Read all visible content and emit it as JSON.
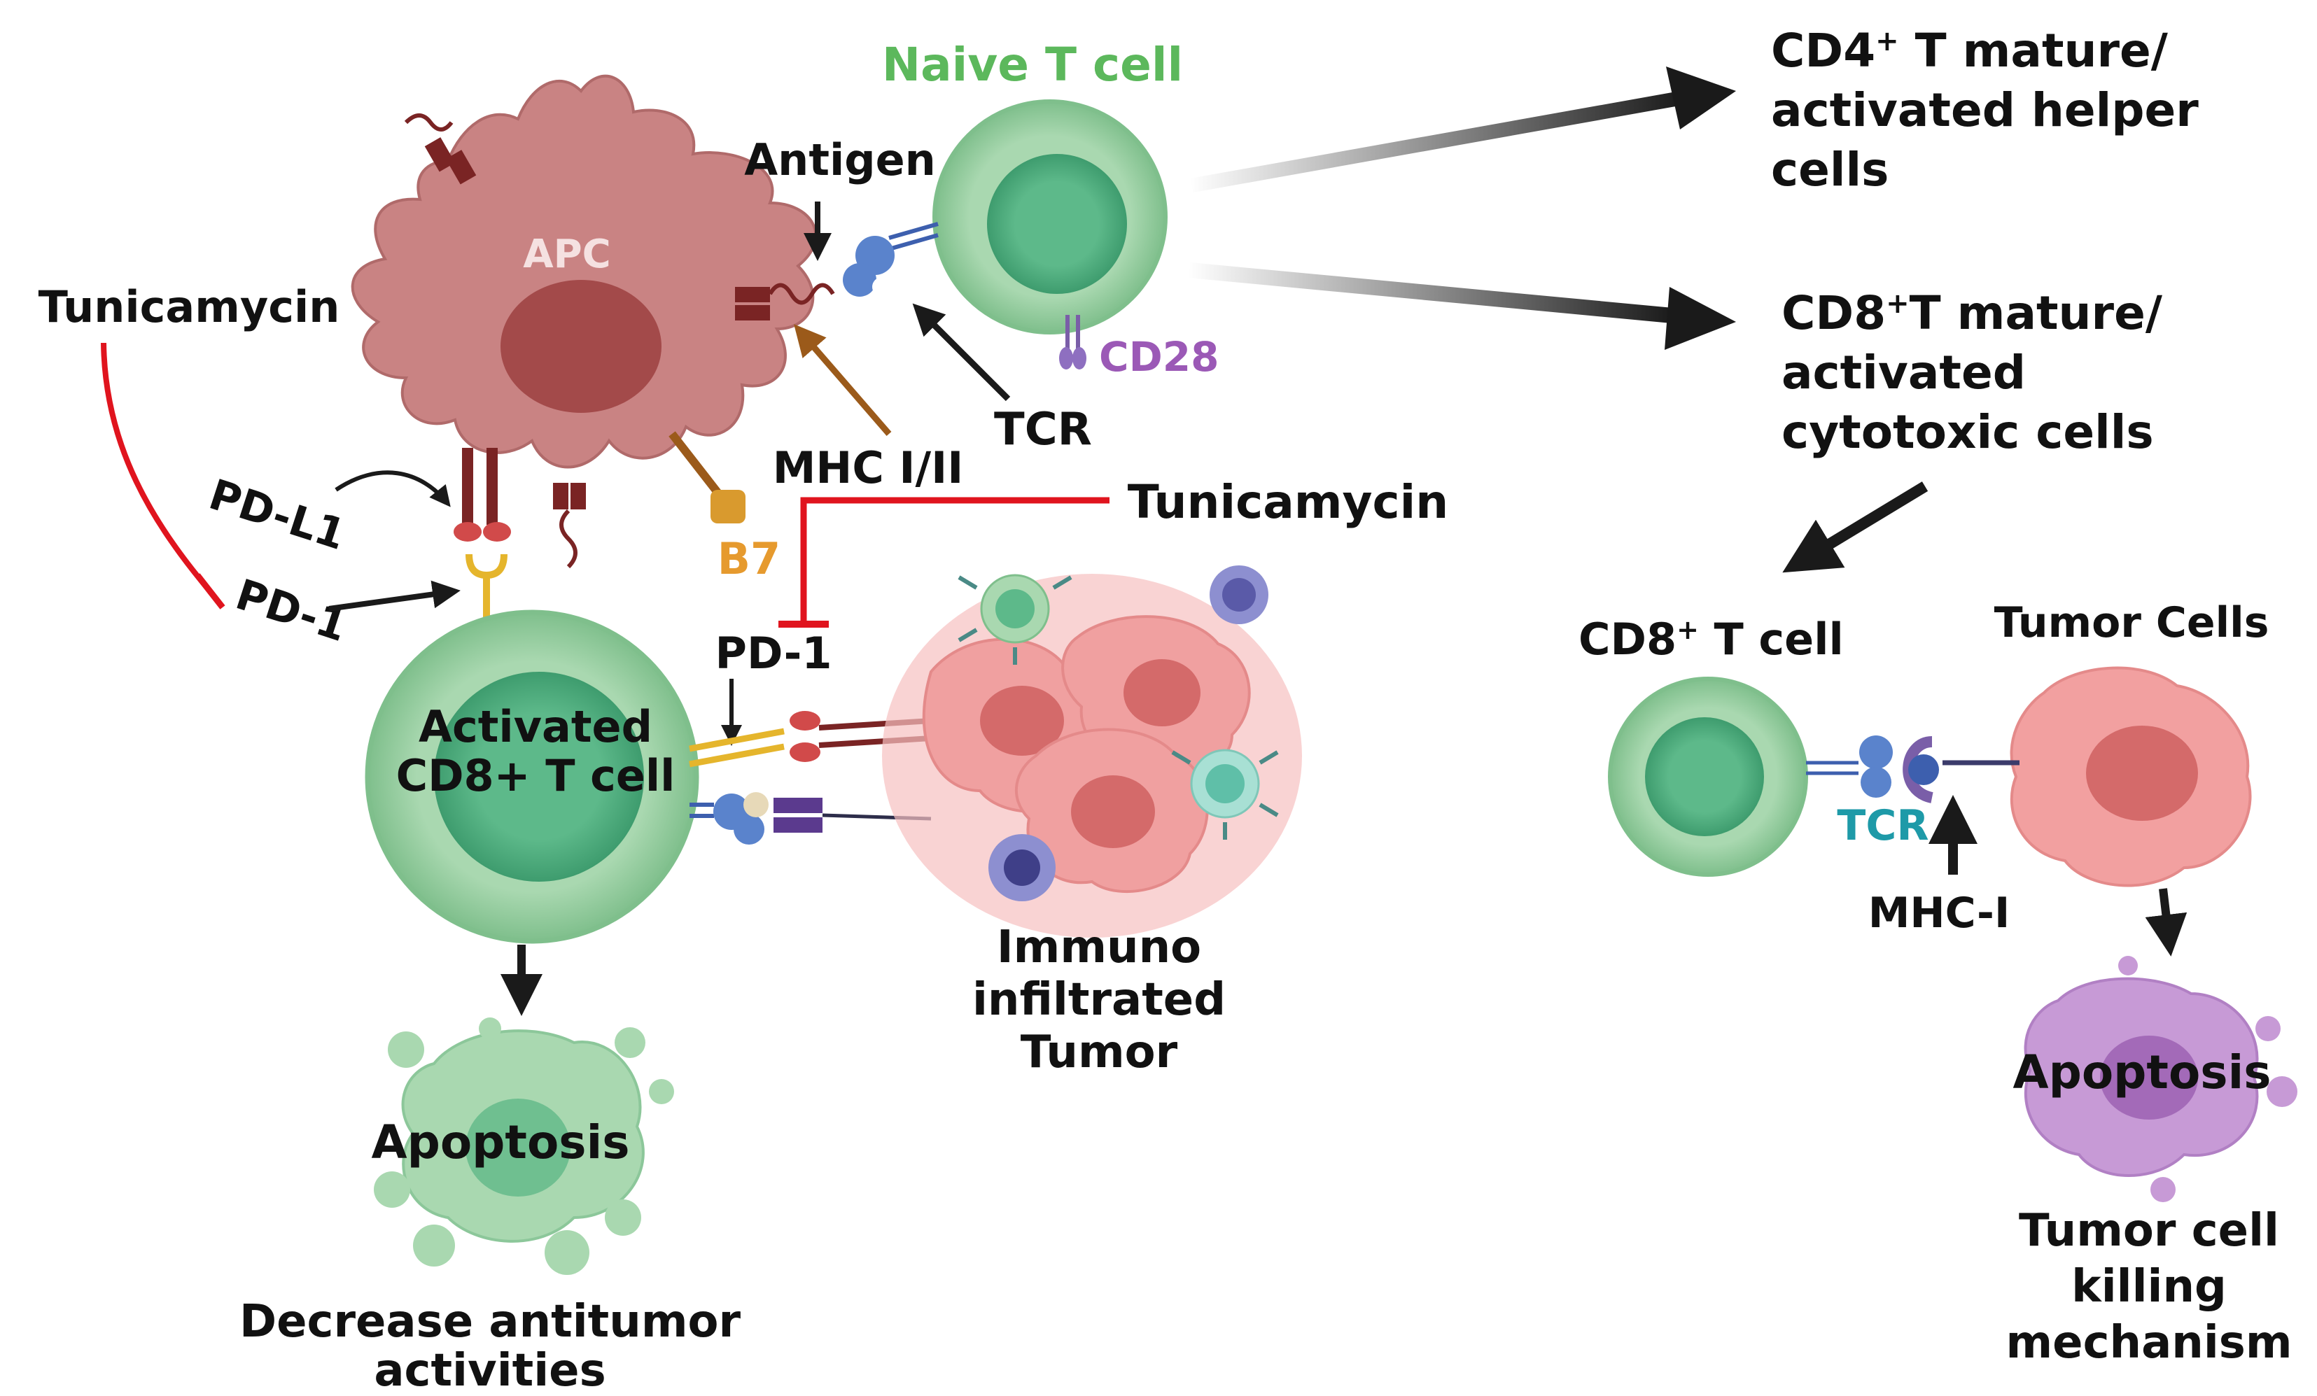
{
  "labels": {
    "naive_t_cell": "Naive T cell",
    "antigen": "Antigen",
    "apc": "APC",
    "tunicamycin_left": "Tunicamycin",
    "cd28": "CD28",
    "tcr_top": "TCR",
    "mhc_i_ii": "MHC I/II",
    "tunicamycin_mid": "Tunicamycin",
    "pd_l1": "PD-L1",
    "pd_1_left": "PD-1",
    "b7": "B7",
    "pd_1_mid": "PD-1",
    "activated_cd8_line1": "Activated",
    "activated_cd8_line2": "CD8+ T cell",
    "apoptosis_left": "Apoptosis",
    "decrease_line1": "Decrease antitumor",
    "decrease_line2": "activities",
    "immuno_line1": "Immuno",
    "immuno_line2": "infiltrated",
    "immuno_line3": "Tumor",
    "cd4_line1_pre": "CD4",
    "cd4_sup": "+",
    "cd4_line1_post": " T mature/",
    "cd4_line2": "activated helper",
    "cd4_line3": "cells",
    "cd8_line1_pre": "CD8",
    "cd8_sup": "+",
    "cd8_line1_post": "T mature/",
    "cd8_line2": "activated",
    "cd8_line3": "cytotoxic cells",
    "cd8_tcell_pre": "CD8",
    "cd8_tcell_sup": "+",
    "cd8_tcell_post": " T cell",
    "tumor_cells": "Tumor Cells",
    "tcr_right": "TCR",
    "mhc_i": "MHC-I",
    "apoptosis_right": "Apoptosis",
    "killing_line1": "Tumor cell",
    "killing_line2": "killing",
    "killing_line3": "mechanism"
  },
  "colors": {
    "text": "#111111",
    "naive_green": "#5cb85c",
    "cd28_purple": "#9b59b6",
    "b7_orange": "#e69a2e",
    "tcr_teal": "#1e9aa8",
    "inhibit_red": "#e0141e",
    "apc_body": "#c98383",
    "apc_nucleus": "#a34a4a",
    "tcell_body": "#a9d8b0",
    "tcell_nucleus": "#5db98a",
    "tumor_body": "#f2a0a0",
    "tumor_nucleus": "#d46a6a",
    "apoptosis_purple": "#c79ad6",
    "brown_arrow": "#9b5a1a"
  }
}
